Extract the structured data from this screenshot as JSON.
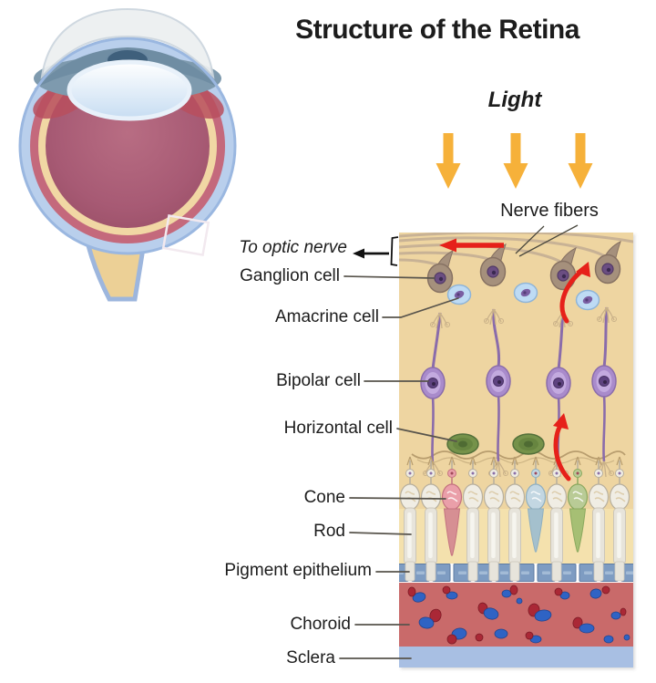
{
  "title": "Structure of the Retina",
  "light_label": "Light",
  "nerve_fibers_label": "Nerve fibers",
  "labels": {
    "to_optic_nerve": "To optic nerve",
    "ganglion_cell": "Ganglion cell",
    "amacrine_cell": "Amacrine cell",
    "bipolar_cell": "Bipolar cell",
    "horizontal_cell": "Horizontal cell",
    "cone": "Cone",
    "rod": "Rod",
    "pigment_epithelium": "Pigment epithelium",
    "choroid": "Choroid",
    "sclera": "Sclera"
  },
  "colors": {
    "text": "#1c1c1c",
    "label_line": "#58544c",
    "panel_bg": "#eed5a1",
    "light_band": "#f4e1ad",
    "light_arrow": "#f6b13a",
    "signal_arrow": "#e6211a",
    "nerve_fiber": "#c8b295",
    "ganglion_body": "#a5907c",
    "ganglion_outline": "#877263",
    "ganglion_nucleus": "#6b4e82",
    "amacrine_body": "#bedbf4",
    "amacrine_outline": "#8fb5d8",
    "amacrine_nucleus": "#7a5ea2",
    "bipolar_body": "#a98bcb",
    "bipolar_outline": "#8a6cab",
    "bipolar_inner": "#c9b2e4",
    "bipolar_nucleus": "#5e4380",
    "horizontal_body": "#75924a",
    "horizontal_outline": "#53703a",
    "root_fiber": "#b89d6e",
    "photoreceptor_body": "#f0ede4",
    "photoreceptor_outline": "#b7af9e",
    "rod_segment": "#e7e4db",
    "cone_red_body": "#ea9fa9",
    "cone_red_segment": "#d68f93",
    "cone_red_outline": "#c4737f",
    "cone_blue_body": "#c3d7e2",
    "cone_blue_segment": "#a4c0cd",
    "cone_blue_outline": "#8fafc0",
    "cone_green_body": "#b9cb96",
    "cone_green_segment": "#a6bf74",
    "cone_green_outline": "#8aa85e",
    "pigment_epithelium": "#7e9cc2",
    "pigment_epithelium_outline": "#5e7ba3",
    "choroid": "#c96a6a",
    "choroid_vessel_blue": "#2f63c4",
    "choroid_vessel_red": "#aa2836",
    "sclera": "#a8bfe3",
    "eye_sclera": "#b9cfec",
    "eye_choroid": "#c4697c",
    "eye_retina": "#f1d7a4",
    "eye_vitreous": "#a85b72"
  }
}
